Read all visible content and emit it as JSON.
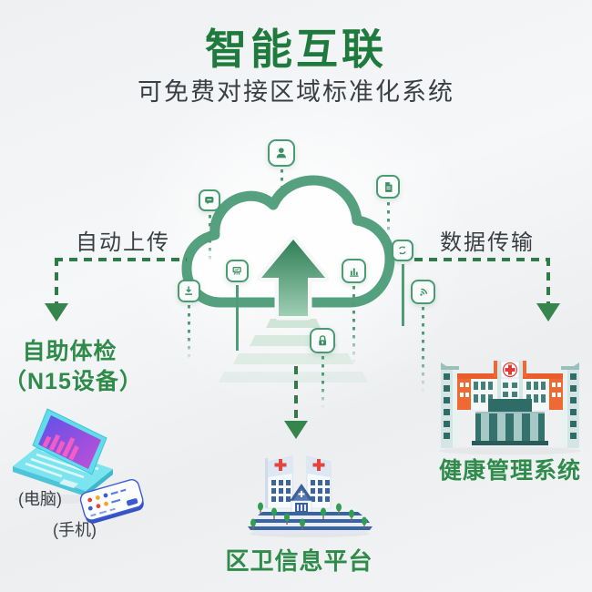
{
  "header": {
    "title": "智能互联",
    "subtitle": "可免费对接区域标准化系统"
  },
  "flows": {
    "left": {
      "label": "自动上传"
    },
    "right": {
      "label": "数据传输"
    }
  },
  "nodes": {
    "self_service": {
      "line1": "自助体检",
      "line2": "（N15设备）",
      "computer_label": "(电脑)",
      "phone_label": "(手机)"
    },
    "health_system": {
      "label": "健康管理系统"
    },
    "district_platform": {
      "label": "区卫信息平台"
    }
  },
  "cloud_icons": [
    "user-icon",
    "chat-icon",
    "document-icon",
    "sync-icon",
    "bar-chart-icon",
    "monitor-icon",
    "download-icon",
    "wifi-icon",
    "lock-icon"
  ],
  "colors": {
    "title_green": "#1e7b3d",
    "node_label_green": "#2e8b4a",
    "arrow_green": "#2e7d46",
    "cloud_outline_green": "#55a07e",
    "icon_green": "#3f8f66",
    "text_dark": "#3a3e42",
    "hospital_orange": "#e95d2c",
    "cross_red": "#e23a36",
    "platform_blue": "#3c639c",
    "laptop_cyan": "#62dcea"
  }
}
